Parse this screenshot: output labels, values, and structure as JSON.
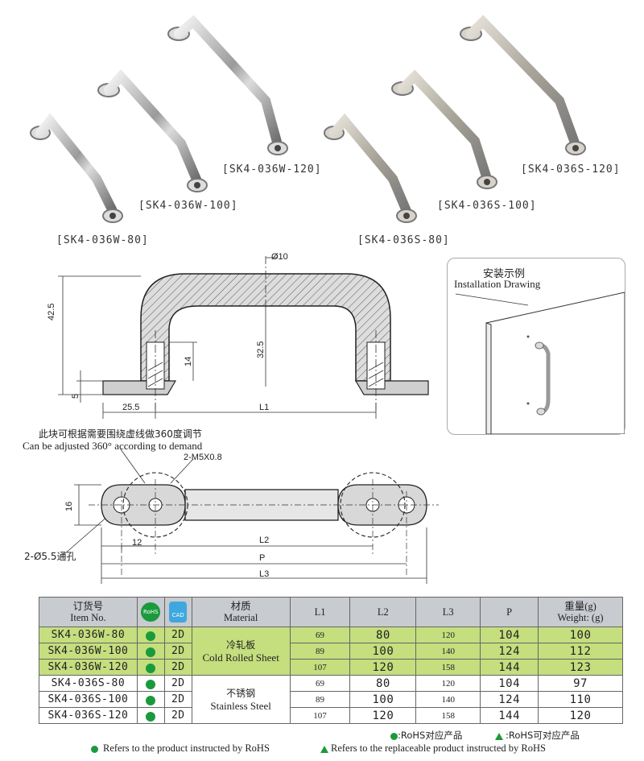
{
  "products": [
    {
      "label": "[SK4-036W-80]"
    },
    {
      "label": "[SK4-036W-100]"
    },
    {
      "label": "[SK4-036W-120]"
    },
    {
      "label": "[SK4-036S-80]"
    },
    {
      "label": "[SK4-036S-100]"
    },
    {
      "label": "[SK4-036S-120]"
    }
  ],
  "drawing_top": {
    "dia": "Ø10",
    "h_total": "42.5",
    "h_inner": "32.5",
    "h_14": "14",
    "h_5": "5",
    "w_25_5": "25.5",
    "l1": "L1"
  },
  "install": {
    "title_cn": "安装示例",
    "title_en": "Installation Drawing"
  },
  "drawing_bottom": {
    "note_cn": "此块可根据需要围绕虚线做360度调节",
    "note_en": "Can be adjusted 360° according to demand",
    "thread": "2-M5X0.8",
    "h16": "16",
    "w12": "12",
    "l2": "L2",
    "p": "P",
    "l3": "L3",
    "hole": "2-Ø5.5通孔"
  },
  "table": {
    "headers": {
      "item_cn": "订货号",
      "item_en": "Item No.",
      "rohs": "RoHS",
      "cad": "CAD",
      "mat_cn": "材质",
      "mat_en": "Material",
      "l1": "L1",
      "l2": "L2",
      "l3": "L3",
      "p": "P",
      "weight_cn": "重量(g)",
      "weight_en": "Weight: (g)"
    },
    "material_1_cn": "冷轧板",
    "material_1_en": "Cold Rolled Sheet",
    "material_2_cn": "不锈钢",
    "material_2_en": "Stainless Steel",
    "rows": [
      {
        "item": "SK4-036W-80",
        "cad": "2D",
        "l1": "69",
        "l2": "80",
        "l3": "120",
        "p": "104",
        "weight": "100"
      },
      {
        "item": "SK4-036W-100",
        "cad": "2D",
        "l1": "89",
        "l2": "100",
        "l3": "140",
        "p": "124",
        "weight": "112"
      },
      {
        "item": "SK4-036W-120",
        "cad": "2D",
        "l1": "107",
        "l2": "120",
        "l3": "158",
        "p": "144",
        "weight": "123"
      },
      {
        "item": "SK4-036S-80",
        "cad": "2D",
        "l1": "69",
        "l2": "80",
        "l3": "120",
        "p": "104",
        "weight": "97"
      },
      {
        "item": "SK4-036S-100",
        "cad": "2D",
        "l1": "89",
        "l2": "100",
        "l3": "140",
        "p": "124",
        "weight": "110"
      },
      {
        "item": "SK4-036S-120",
        "cad": "2D",
        "l1": "107",
        "l2": "120",
        "l3": "158",
        "p": "144",
        "weight": "120"
      }
    ]
  },
  "legend": {
    "rohs_cn": ":RoHS对应产品",
    "rohs_cn2": ":RoHS可对应产品",
    "rohs_en": "Refers to the product instructed by RoHS",
    "rohs_en2": "Refers to the replaceable product instructed by RoHS"
  },
  "colors": {
    "green_row": "#c5de7e",
    "header": "#c8cbcf",
    "dot": "#1b9a3c"
  }
}
